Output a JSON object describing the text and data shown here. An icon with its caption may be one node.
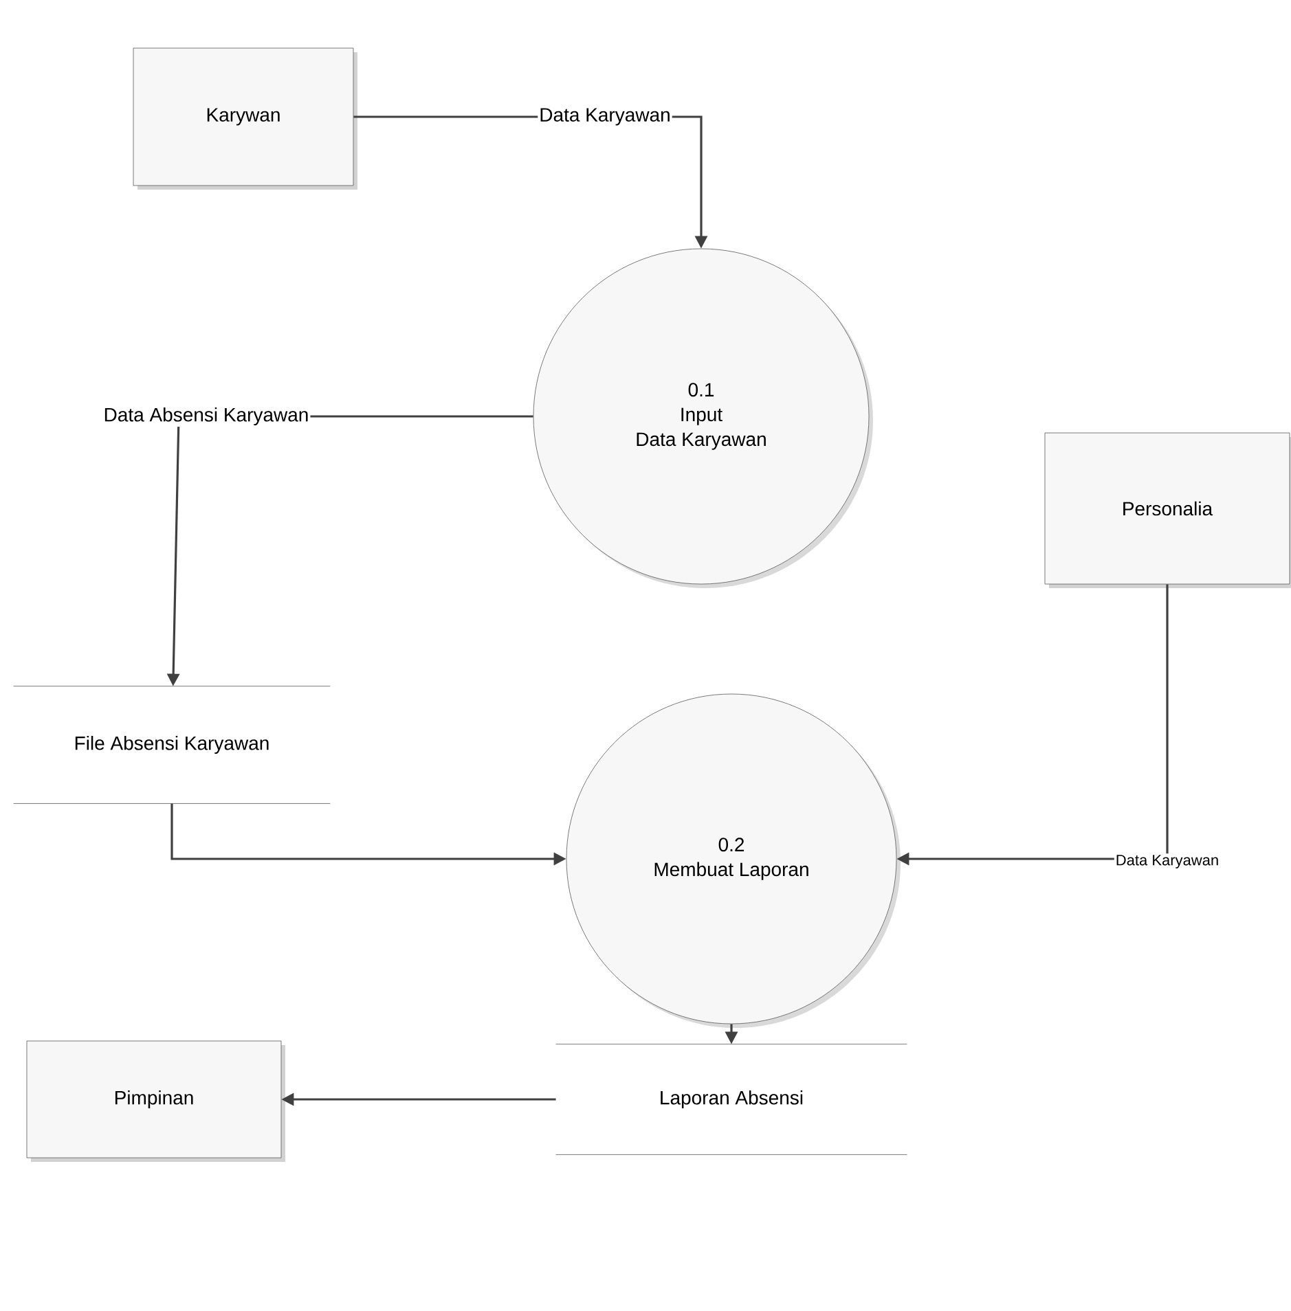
{
  "diagram": {
    "nodes": [
      {
        "text": [
          "Karywan"
        ]
      },
      {
        "text": [
          "0.1",
          "Input",
          "Data Karyawan"
        ]
      },
      {
        "text": [
          "Personalia"
        ]
      },
      {
        "text": [
          "File Absensi Karyawan"
        ]
      },
      {
        "text": [
          "0.2",
          "Membuat Laporan"
        ]
      },
      {
        "text": [
          "Pimpinan"
        ]
      },
      {
        "text": [
          "Laporan Absensi"
        ]
      }
    ],
    "edges": [
      {
        "from": 0,
        "to": 1,
        "arrow": "to",
        "label": "Data Karyawan"
      },
      {
        "from": 1,
        "to": 3,
        "arrow": "to",
        "label": "Data Absensi Karyawan"
      },
      {
        "from": 3,
        "to": 4,
        "arrow": "to"
      },
      {
        "from": 2,
        "to": 4,
        "arrow": "to",
        "label": "Data Karyawan"
      },
      {
        "from": 4,
        "to": 6,
        "arrow": "to"
      },
      {
        "from": 6,
        "to": 5,
        "arrow": "to"
      }
    ]
  }
}
